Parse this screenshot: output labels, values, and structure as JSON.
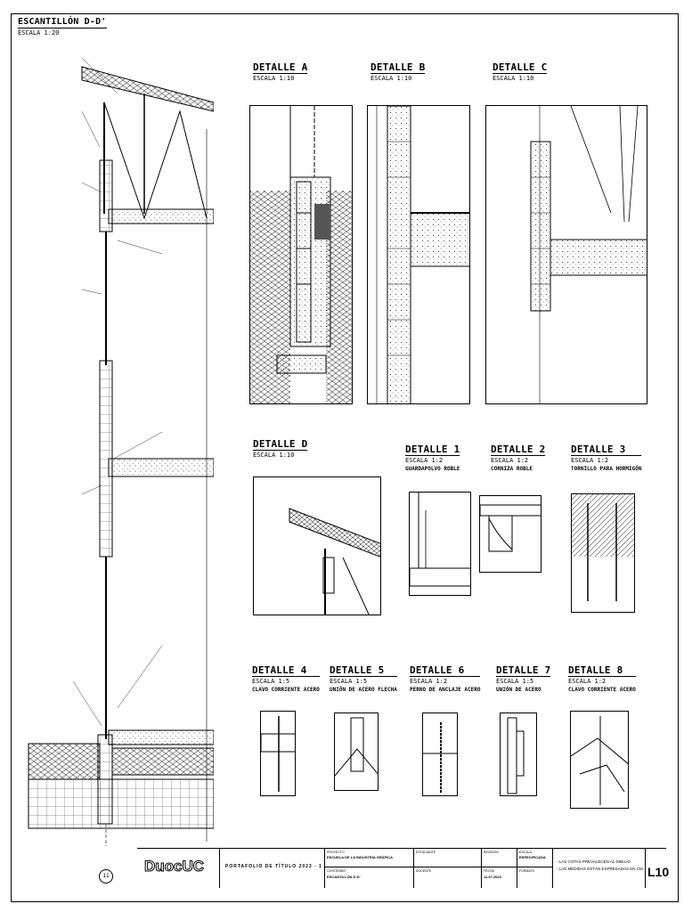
{
  "sheet": {
    "main_section": {
      "title": "ESCANTILLÓN D-D'",
      "scale": "ESCALA 1:20"
    },
    "details": [
      {
        "id": "A",
        "title": "DETALLE A",
        "scale": "ESCALA 1:10",
        "subtitle": ""
      },
      {
        "id": "B",
        "title": "DETALLE B",
        "scale": "ESCALA 1:10",
        "subtitle": ""
      },
      {
        "id": "C",
        "title": "DETALLE C",
        "scale": "ESCALA 1:10",
        "subtitle": ""
      },
      {
        "id": "D",
        "title": "DETALLE D",
        "scale": "ESCALA 1:10",
        "subtitle": ""
      },
      {
        "id": "1",
        "title": "DETALLE 1",
        "scale": "ESCALA 1:2",
        "subtitle": "GUARDAPOLVO ROBLE"
      },
      {
        "id": "2",
        "title": "DETALLE 2",
        "scale": "ESCALA 1:2",
        "subtitle": "CORNIZA ROBLE"
      },
      {
        "id": "3",
        "title": "DETALLE 3",
        "scale": "ESCALA 1:2",
        "subtitle": "TORNILLO PARA HORMIGÓN"
      },
      {
        "id": "4",
        "title": "DETALLE 4",
        "scale": "ESCALA 1:5",
        "subtitle": "CLAVO CORRIENTE ACERO"
      },
      {
        "id": "5",
        "title": "DETALLE 5",
        "scale": "ESCALA 1:5",
        "subtitle": "UNIÓN DE ACERO FLECHA"
      },
      {
        "id": "6",
        "title": "DETALLE 6",
        "scale": "ESCALA 1:2",
        "subtitle": "PERNO DE ANCLAJE ACERO"
      },
      {
        "id": "7",
        "title": "DETALLE 7",
        "scale": "ESCALA 1:5",
        "subtitle": "UNIÓN DE ACERO"
      },
      {
        "id": "8",
        "title": "DETALLE 8",
        "scale": "ESCALA 1:2",
        "subtitle": "CLAVO CORRIENTE ACERO"
      }
    ],
    "axis_label": "11"
  },
  "title_block": {
    "logo": "DuocUC",
    "portfolio": "PORTAFOLIO DE TÍTULO 2023 - 1",
    "fields": [
      {
        "label": "PROYECTO",
        "value": "ESCUELA DE LA INDUSTRIA GRÁFICA"
      },
      {
        "label": "CONTENIDO",
        "value": "ESCANTILLÓN D-D'"
      },
      {
        "label": "ESTUDIANTE",
        "value": ""
      },
      {
        "label": "DOCENTE",
        "value": ""
      },
      {
        "label": "REVISIÓN",
        "value": ""
      },
      {
        "label": "FECHA",
        "value": "11.07.2023"
      },
      {
        "label": "ESCALA",
        "value": "ESPECIFICADA"
      },
      {
        "label": "FORMATO",
        "value": ""
      }
    ],
    "notes": [
      "- LAS COTAS PREVALECEN AL DIBUJO",
      "- LAS MEDIDAS ESTÁN EXPRESADAS EN CM."
    ],
    "sheet_number": "L10"
  }
}
